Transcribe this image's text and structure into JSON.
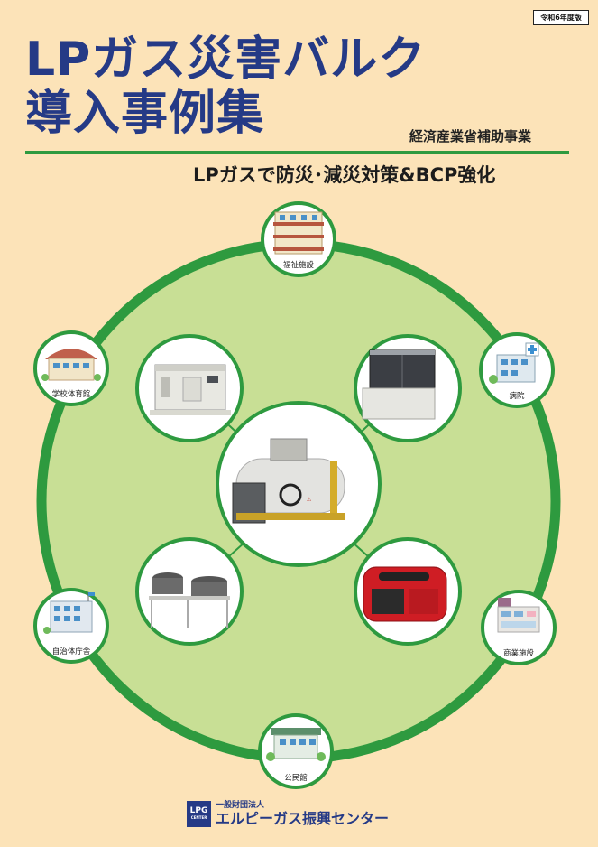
{
  "edition_badge": "令和6年度版",
  "title": {
    "line1": "LPガス災害バルク",
    "line2": "導入事例集"
  },
  "subsidy_label": "経済産業省補助事業",
  "tagline": "LPガスで防災･減災対策&BCP強化",
  "facilities": [
    {
      "label": "福祉施設",
      "icon": "welfare-building-icon"
    },
    {
      "label": "病院",
      "icon": "hospital-icon"
    },
    {
      "label": "商業施設",
      "icon": "commercial-building-icon"
    },
    {
      "label": "公民館",
      "icon": "community-hall-icon"
    },
    {
      "label": "自治体庁舎",
      "icon": "municipal-office-icon"
    },
    {
      "label": "学校体育館",
      "icon": "school-gym-icon"
    }
  ],
  "equipment_icons": [
    "bulk-storage-tank-icon",
    "gas-generator-icon",
    "gas-air-conditioner-icon",
    "portable-generator-icon",
    "gas-cooking-stove-icon"
  ],
  "footer": {
    "logo_text": "LPG",
    "logo_subtext": "CENTER",
    "org_type": "一般財団法人",
    "org_name": "エルピーガス振興センター"
  },
  "colors": {
    "background": "#fce3b8",
    "title": "#253a86",
    "accent_green": "#2e9a3f",
    "ring_fill": "#c8df95"
  }
}
